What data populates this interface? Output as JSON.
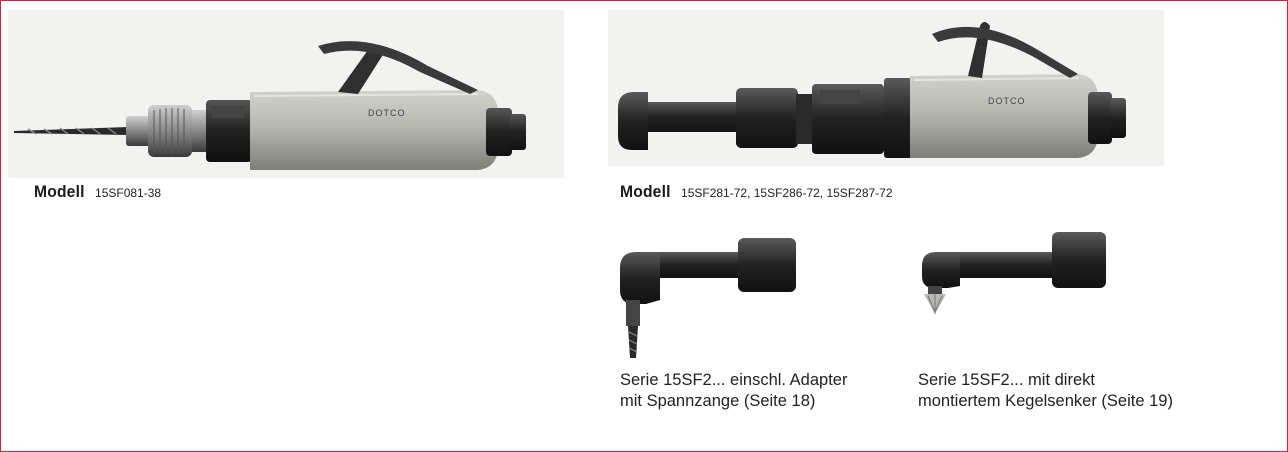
{
  "products": [
    {
      "id": "straight-drill",
      "brand_marking": "DOTCO",
      "caption_label": "Modell",
      "caption_models": "15SF081-38"
    },
    {
      "id": "angle-drill",
      "brand_marking": "DOTCO",
      "caption_label": "Modell",
      "caption_models": "15SF281-72, 15SF286-72, 15SF287-72"
    }
  ],
  "variants": [
    {
      "id": "collet-adapter",
      "caption_line1": "Serie 15SF2... einschl. Adapter",
      "caption_line2": "mit Spannzange (Seite 18)"
    },
    {
      "id": "countersink",
      "caption_line1": "Serie 15SF2... mit direkt",
      "caption_line2": "montiertem Kegelsenker (Seite 19)"
    }
  ],
  "colors": {
    "frame_border": "#c8283c",
    "photo_background": "#f2f2f0",
    "tool_grip": "#b5b5b0",
    "tool_dark": "#2b2b2b"
  }
}
